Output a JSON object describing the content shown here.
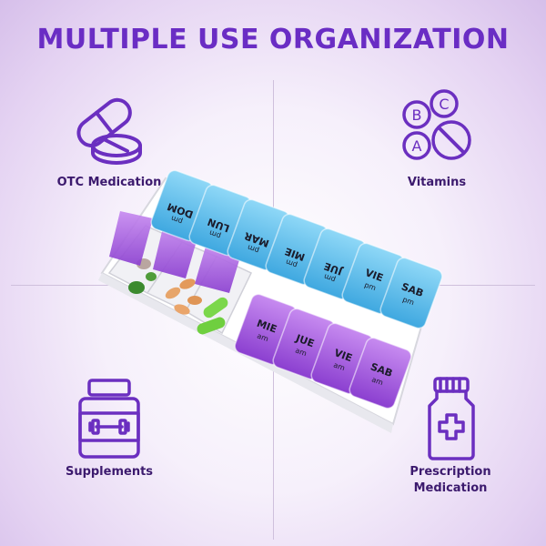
{
  "headline": "MULTIPLE USE ORGANIZATION",
  "categories": {
    "otc": {
      "label": "OTC Medication",
      "icon": "capsule-tablet-icon"
    },
    "vitamins": {
      "label": "Vitamins",
      "icon": "vitamins-abc-icon",
      "letters": [
        "B",
        "C",
        "A"
      ]
    },
    "supplements": {
      "label": "Supplements",
      "icon": "supplement-jar-icon"
    },
    "prescription": {
      "label": "Prescription Medication",
      "label_lines": [
        "Prescription",
        "Medication"
      ],
      "icon": "prescription-bottle-icon"
    }
  },
  "pill_organizer": {
    "pm_row": {
      "suffix": "pm",
      "days": [
        "DOM",
        "LUN",
        "MAR",
        "MIE",
        "JUE",
        "VIE",
        "SAB"
      ],
      "color": "#4fb8ea"
    },
    "am_row": {
      "suffix": "am",
      "days": [
        "MIE",
        "JUE",
        "VIE",
        "SAB"
      ],
      "open_lids": 3,
      "color": "#a35cdc"
    }
  },
  "colors": {
    "headline": "#6a2dc4",
    "icon_stroke": "#6b2fc0",
    "label": "#3c1a6e"
  }
}
